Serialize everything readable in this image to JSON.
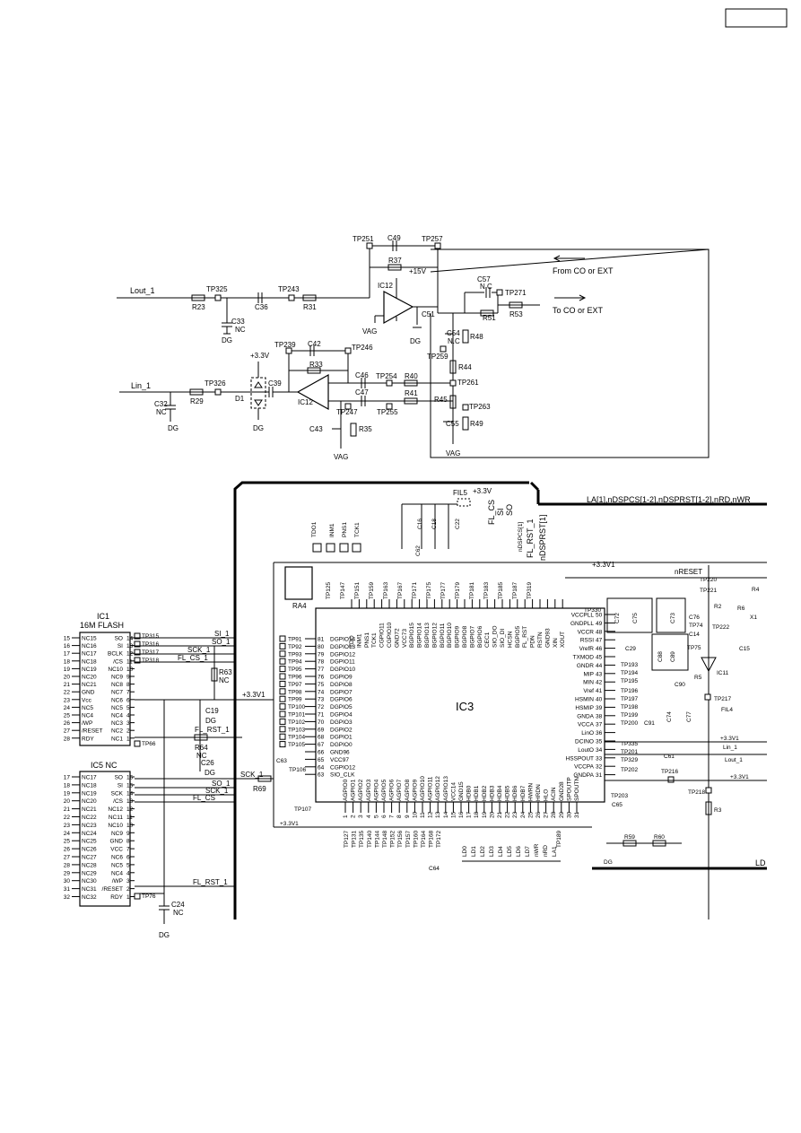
{
  "page_label": "",
  "legend": {
    "from": "From CO or EXT",
    "to": "To CO or EXT"
  },
  "analog": {
    "nets": {
      "lout": "Lout_1",
      "lin": "Lin_1"
    },
    "supplies": {
      "p15": "+15V",
      "p33": "+3.3V",
      "vag": "VAG",
      "dg": "DG"
    },
    "labels": {
      "ic12a": "IC12",
      "ic12b": "IC12",
      "c49": "C49",
      "r37": "R37",
      "tp251": "TP251",
      "tp257": "TP257",
      "c57": "C57",
      "c57v": "N.C",
      "tp271": "TP271",
      "r51": "R51",
      "r53": "R53",
      "tp325": "TP325",
      "r23": "R23",
      "c36": "C36",
      "tp243": "TP243",
      "r31": "R31",
      "c33": "C33",
      "c33v": "NC",
      "c51": "C51",
      "c54": "C54",
      "c54v": "N.C",
      "r48": "R48",
      "tp259": "TP259",
      "r44": "R44",
      "tp239": "TP239",
      "c42": "C42",
      "tp246": "TP246",
      "r33": "R33",
      "c46": "C46",
      "tp254": "TP254",
      "r40": "R40",
      "c47": "C47",
      "r41": "R41",
      "tp261": "TP261",
      "r45": "R45",
      "tp263": "TP263",
      "c55": "C55",
      "r49": "R49",
      "tp247": "TP247",
      "tp255": "TP255",
      "c43": "C43",
      "r35": "R35",
      "tp326": "TP326",
      "r29": "R29",
      "c39": "C39",
      "d1": "D1",
      "c32": "C32",
      "c32v": "NC"
    }
  },
  "ic1": {
    "ref": "IC1",
    "desc": "16M FLASH",
    "pins": [
      {
        "l": "15",
        "name": "NC15",
        "r": "14",
        "sig": "SO"
      },
      {
        "l": "16",
        "name": "NC16",
        "r": "13",
        "sig": "SI"
      },
      {
        "l": "17",
        "name": "NC17",
        "r": "12",
        "sig": "BCLK"
      },
      {
        "l": "18",
        "name": "NC18",
        "r": "11",
        "sig": "/CS"
      },
      {
        "l": "19",
        "name": "NC19",
        "r": "10",
        "sig": "NC10"
      },
      {
        "l": "20",
        "name": "NC20",
        "r": "9",
        "sig": "NC9"
      },
      {
        "l": "21",
        "name": "NC21",
        "r": "8",
        "sig": "NC8"
      },
      {
        "l": "22",
        "name": "GND",
        "r": "7",
        "sig": "NC7"
      },
      {
        "l": "23",
        "name": "Vcc",
        "r": "6",
        "sig": "NC6"
      },
      {
        "l": "24",
        "name": "NC5",
        "r": "5",
        "sig": "NC5"
      },
      {
        "l": "25",
        "name": "NC4",
        "r": "4",
        "sig": "NC4"
      },
      {
        "l": "26",
        "name": "/WP",
        "r": "3",
        "sig": "NC3"
      },
      {
        "l": "27",
        "name": "/RESET",
        "r": "2",
        "sig": "NC2"
      },
      {
        "l": "28",
        "name": "RDY",
        "r": "1",
        "sig": "NC1"
      }
    ],
    "tps": [
      "TP315",
      "TP316",
      "TP317",
      "TP318",
      "TP66"
    ]
  },
  "ic5": {
    "ref": "IC5",
    "desc": "NC",
    "pins": [
      {
        "l": "17",
        "name": "NC17",
        "r": "16",
        "sig": "SO"
      },
      {
        "l": "18",
        "name": "NC18",
        "r": "15",
        "sig": "SI"
      },
      {
        "l": "19",
        "name": "NC19",
        "r": "14",
        "sig": "SCK"
      },
      {
        "l": "20",
        "name": "NC20",
        "r": "13",
        "sig": "/CS"
      },
      {
        "l": "21",
        "name": "NC21",
        "r": "12",
        "sig": "NC12"
      },
      {
        "l": "22",
        "name": "NC22",
        "r": "11",
        "sig": "NC11"
      },
      {
        "l": "23",
        "name": "NC23",
        "r": "10",
        "sig": "NC10"
      },
      {
        "l": "24",
        "name": "NC24",
        "r": "9",
        "sig": "NC9"
      },
      {
        "l": "25",
        "name": "NC25",
        "r": "8",
        "sig": "GND"
      },
      {
        "l": "26",
        "name": "NC26",
        "r": "7",
        "sig": "VCC"
      },
      {
        "l": "27",
        "name": "NC27",
        "r": "6",
        "sig": "NC6"
      },
      {
        "l": "28",
        "name": "NC28",
        "r": "5",
        "sig": "NC5"
      },
      {
        "l": "29",
        "name": "NC29",
        "r": "4",
        "sig": "NC4"
      },
      {
        "l": "30",
        "name": "NC30",
        "r": "3",
        "sig": "/WP"
      },
      {
        "l": "31",
        "name": "NC31",
        "r": "2",
        "sig": "/RESET"
      },
      {
        "l": "32",
        "name": "NC32",
        "r": "1",
        "sig": "RDY"
      }
    ],
    "tps": [
      "TP76"
    ]
  },
  "flash_nets": {
    "si": "SI_1",
    "so": "SO_1",
    "sck": "SCK_1",
    "fl_cs": "FL_CS_1",
    "fl_rst": "FL_RST_1",
    "v33": "+3.3V1",
    "r63": "R63",
    "r63v": "NC",
    "c19": "C19",
    "c26": "C26",
    "r64": "R64",
    "r64v": "NC",
    "r69": "R69",
    "c24": "C24",
    "c24v": "NC",
    "dg": "DG",
    "sck2": "SCK_1",
    "so2": "SO_1",
    "sck3": "SCK_1",
    "fl_cs2": "FL_CS"
  },
  "ic3": {
    "ref": "IC3",
    "bus": "LA[1],nDSPCS[1-2],nDSPRST[1-2],nRD,nWR",
    "left_pins": [
      {
        "n": "81",
        "name": "DGPIO14",
        "tp": "TP91"
      },
      {
        "n": "80",
        "name": "DGPIO13",
        "tp": "TP92"
      },
      {
        "n": "79",
        "name": "DGPIO12",
        "tp": "TP93"
      },
      {
        "n": "78",
        "name": "DGPIO11",
        "tp": "TP94"
      },
      {
        "n": "77",
        "name": "DGPIO10",
        "tp": "TP95"
      },
      {
        "n": "76",
        "name": "DGPIO9",
        "tp": "TP96"
      },
      {
        "n": "75",
        "name": "DGPIO8",
        "tp": "TP97"
      },
      {
        "n": "74",
        "name": "DGPIO7",
        "tp": "TP98"
      },
      {
        "n": "73",
        "name": "DGPIO6",
        "tp": "TP99"
      },
      {
        "n": "72",
        "name": "DGPIO5",
        "tp": "TP100"
      },
      {
        "n": "71",
        "name": "DGPIO4",
        "tp": "TP101"
      },
      {
        "n": "70",
        "name": "DGPIO3",
        "tp": "TP102"
      },
      {
        "n": "69",
        "name": "DGPIO2",
        "tp": "TP103"
      },
      {
        "n": "68",
        "name": "DGPIO1",
        "tp": "TP104"
      },
      {
        "n": "67",
        "name": "DGPIO0",
        "tp": "TP105"
      },
      {
        "n": "66",
        "name": "GND96",
        "tp": ""
      },
      {
        "n": "65",
        "name": "VCC97",
        "tp": ""
      },
      {
        "n": "64",
        "name": "CGPIO12",
        "tp": ""
      },
      {
        "n": "63",
        "name": "SIO_CLK",
        "tp": ""
      }
    ],
    "right_pins": [
      {
        "n": "50",
        "name": "VCCPLL"
      },
      {
        "n": "49",
        "name": "GNDPLL"
      },
      {
        "n": "48",
        "name": "VCCR"
      },
      {
        "n": "47",
        "name": "RSSI"
      },
      {
        "n": "46",
        "name": "VrefR"
      },
      {
        "n": "45",
        "name": "TXMOD"
      },
      {
        "n": "44",
        "name": "GNDR"
      },
      {
        "n": "43",
        "name": "MIP"
      },
      {
        "n": "42",
        "name": "MIN"
      },
      {
        "n": "41",
        "name": "Vref"
      },
      {
        "n": "40",
        "name": "HSMIN"
      },
      {
        "n": "39",
        "name": "HSMIP"
      },
      {
        "n": "38",
        "name": "GNDA"
      },
      {
        "n": "37",
        "name": "VCCA"
      },
      {
        "n": "36",
        "name": "LinO"
      },
      {
        "n": "35",
        "name": "DCINO"
      },
      {
        "n": "34",
        "name": "LoutO"
      },
      {
        "n": "33",
        "name": "HSSPOUT"
      },
      {
        "n": "32",
        "name": "VCCPA"
      },
      {
        "n": "31",
        "name": "GNDPA"
      }
    ],
    "top_pins": [
      "TDO",
      "INM1",
      "PNS1",
      "TCK1",
      "CGPIO11",
      "CGPIO10",
      "GND72",
      "VCC73",
      "BGPIO15",
      "BGPIO14",
      "BGPIO13",
      "BGPIO12",
      "BGPIO11",
      "BGPIO10",
      "BGPIO9",
      "BGPIO8",
      "BGPIO7",
      "BGPIO6",
      "CEC1",
      "SIO_DO",
      "SIO_DI",
      "HCSN",
      "BGPIO5",
      "FL_RST",
      "PDN",
      "RSTN",
      "GND93",
      "XIN",
      "XOUT"
    ],
    "bottom_pins": [
      "AGPIO0",
      "AGPIO1",
      "AGPIO2",
      "AGPIO3",
      "AGPIO4",
      "AGPIO5",
      "AGPIO6",
      "AGPIO7",
      "AGPIO8",
      "AGPIO9",
      "AGPIO10",
      "AGPIO11",
      "AGPIO12",
      "AGPIO13",
      "VCC14",
      "GND15",
      "HDB0",
      "HDB1",
      "HDB2",
      "HDB3",
      "HDB4",
      "HDB5",
      "HDB6",
      "HDB7",
      "HWRN",
      "HRDN",
      "HLO",
      "ACIN",
      "GND28",
      "SPOUTP",
      "SPOUTN"
    ],
    "top_tps": [
      "TP125",
      "TP147",
      "TP151",
      "TP159",
      "TP163",
      "TP167",
      "TP171",
      "TP175",
      "TP177",
      "TP179",
      "TP181",
      "TP183",
      "TP185",
      "TP187",
      "TP319"
    ],
    "bottom_tps": [
      "TP127",
      "TP131",
      "TP135",
      "TP140",
      "TP144",
      "TP148",
      "TP152",
      "TP156",
      "TP157",
      "TP160",
      "TP164",
      "TP168",
      "TP172"
    ],
    "top_labels": {
      "tdo1": "TDO1",
      "inm1": "INM1",
      "pns1": "PNS1",
      "tck1": "TCK1",
      "ra4": "RA4",
      "fil5": "FIL5",
      "v33": "+3.3V",
      "c16": "C16",
      "c18": "C18",
      "c22": "C22",
      "c62": "C62",
      "fl_cs": "FL_CS",
      "si": "SI",
      "so": "SO",
      "ndspcs": "nDSPCS[1]",
      "fl_rst": "FL_RST_1",
      "ndsprst": "nDSPRST[1]",
      "v331": "+3.3V1",
      "nreset": "nRESET"
    },
    "right_labels": {
      "tp330": "TP330",
      "c72": "C72",
      "c75": "C75",
      "c73": "C73",
      "c76": "C76",
      "c29": "C29",
      "c88": "C88",
      "c89": "C89",
      "c90": "C90",
      "c91": "C91",
      "c74": "C74",
      "c77": "C77",
      "tp193": "TP193",
      "tp194": "TP194",
      "tp195": "TP195",
      "tp196": "TP196",
      "tp197": "TP197",
      "tp198": "TP198",
      "tp199": "TP199",
      "tp200": "TP200",
      "tp335": "TP335",
      "tp201": "TP201",
      "tp329": "TP329",
      "tp202": "TP202",
      "c61": "C61",
      "tp203": "TP203",
      "c65": "C65",
      "tp216": "TP216",
      "r59": "R59",
      "r60": "R60",
      "dg": "DG",
      "tp189": "TP189",
      "tp220": "TP220",
      "tp221": "TP221",
      "r4": "R4",
      "r2": "R2",
      "r6": "R6",
      "x1": "X1",
      "tp74": "TP74",
      "c14": "C14",
      "c15": "C15",
      "tp222": "TP222",
      "tp75": "TP75",
      "r5": "R5",
      "ic11": "IC11",
      "tp217": "TP217",
      "fil4": "FIL4",
      "v331b": "+3.3V1",
      "lin": "Lin_1",
      "lout": "Lout_1",
      "v331c": "+3.3V1",
      "tp218": "TP218",
      "r3": "R3",
      "ld": "LD"
    },
    "bottom_labels": {
      "c64": "C64",
      "c63": "C63",
      "tp106": "TP106",
      "tp107": "TP107",
      "v331": "+3.3V1",
      "ld0": "LD0",
      "ld1": "LD1",
      "ld2": "LD2",
      "ld3": "LD3",
      "ld4": "LD4",
      "ld5": "LD5",
      "ld6": "LD6",
      "ld7": "LD7",
      "nwr": "nWR",
      "nrd": "nRD",
      "la1": "LA1"
    }
  }
}
